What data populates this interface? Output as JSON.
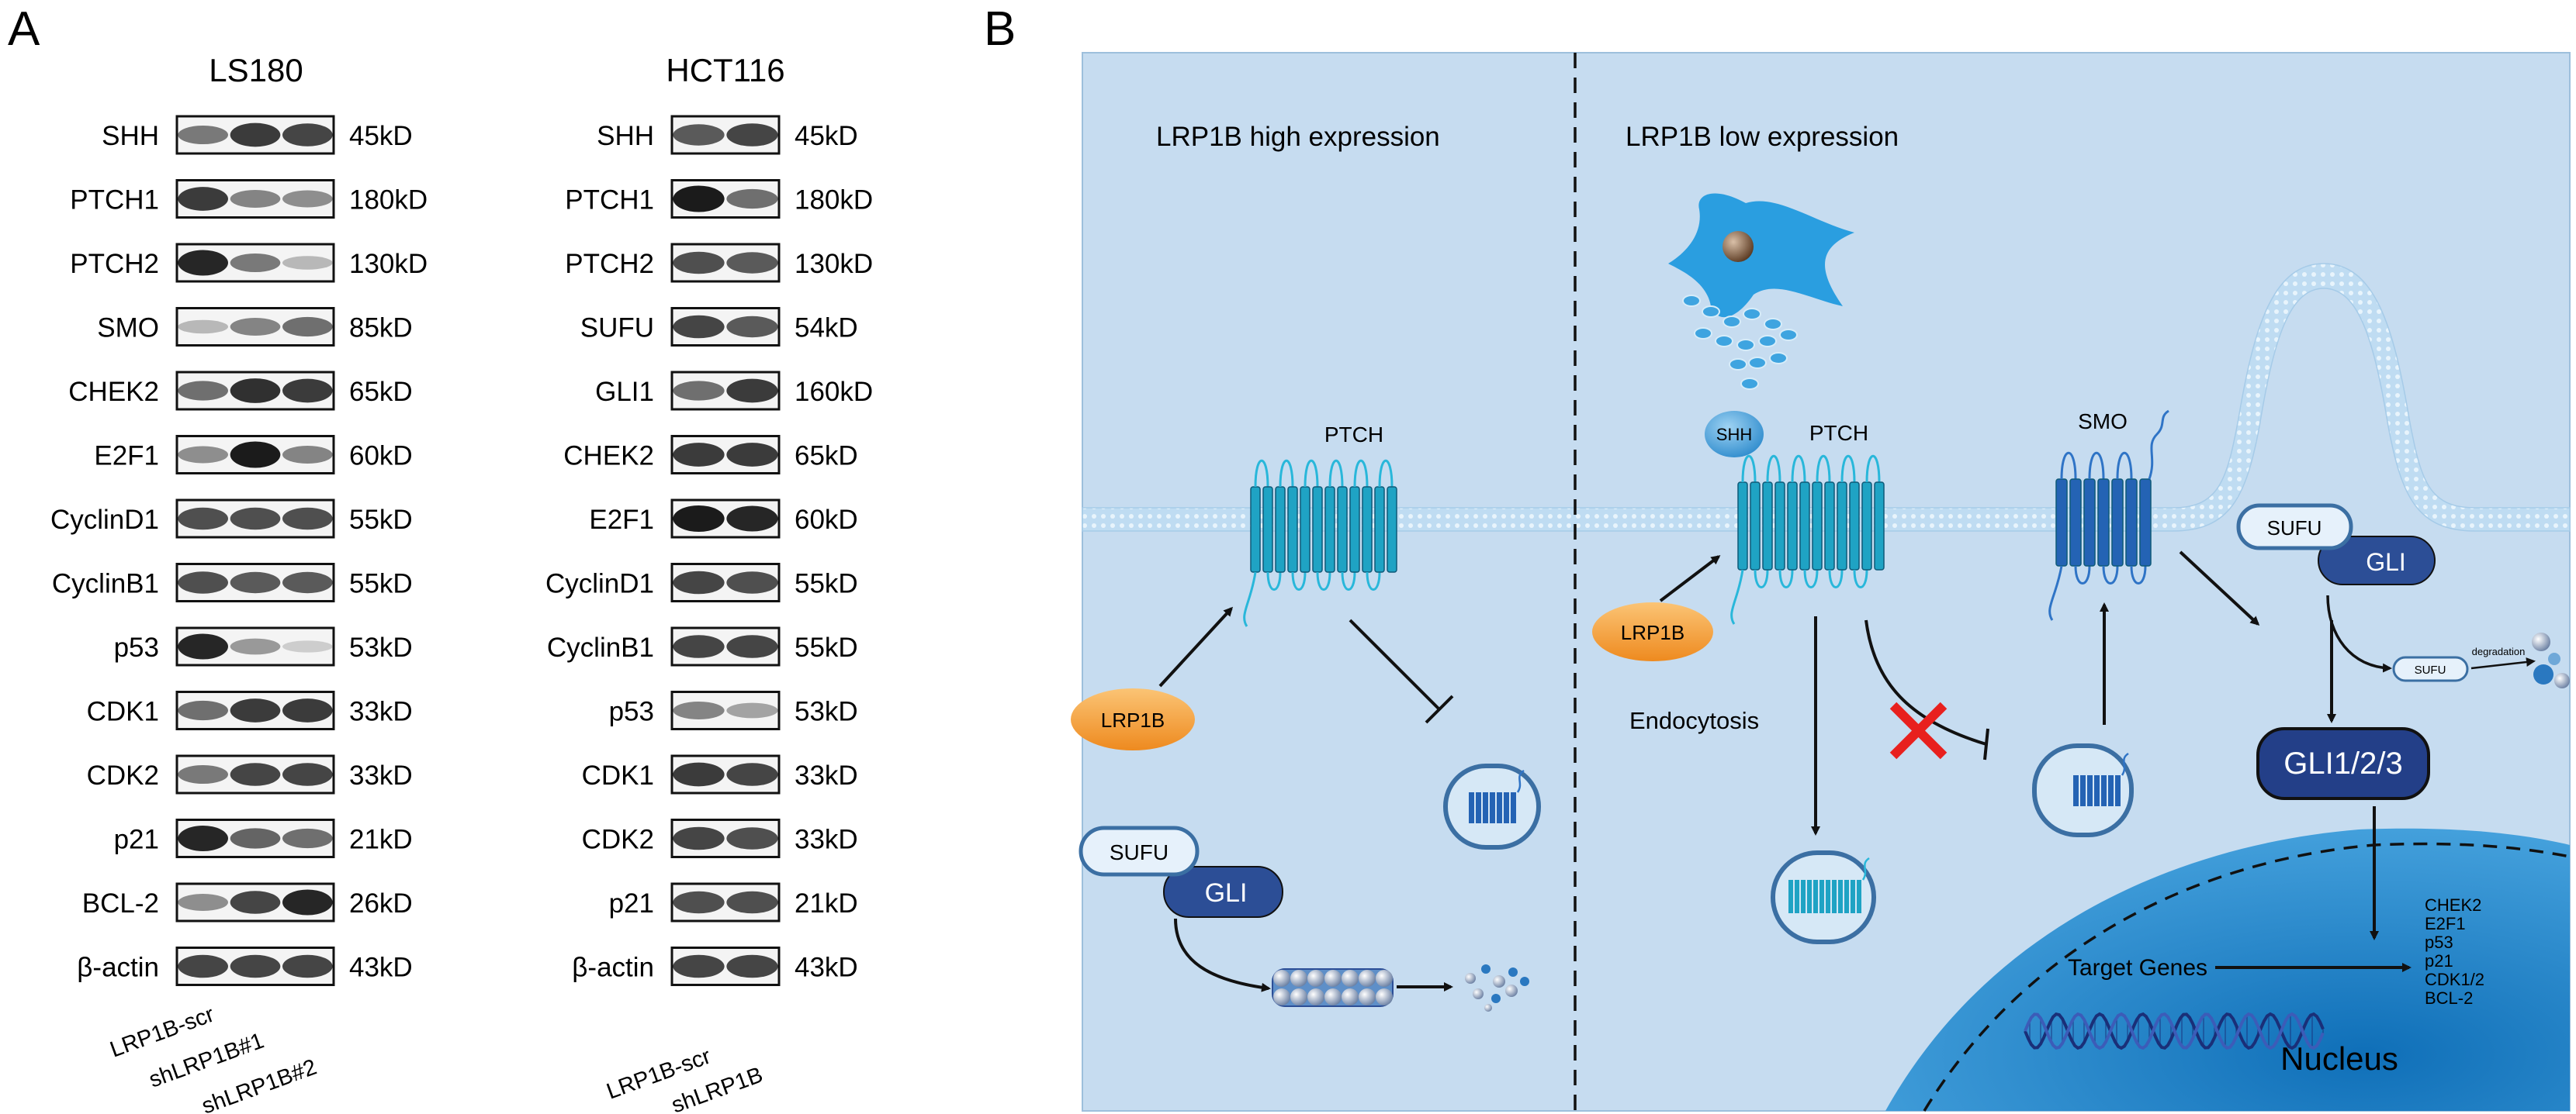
{
  "panel_a": {
    "label": "A",
    "ls180": {
      "title": "LS180",
      "rows": [
        {
          "protein": "SHH",
          "size": "45kD",
          "bands": [
            0.55,
            0.85,
            0.8
          ]
        },
        {
          "protein": "PTCH1",
          "size": "180kD",
          "bands": [
            0.85,
            0.5,
            0.45
          ]
        },
        {
          "protein": "PTCH2",
          "size": "130kD",
          "bands": [
            0.95,
            0.55,
            0.25
          ]
        },
        {
          "protein": "SMO",
          "size": "85kD",
          "bands": [
            0.25,
            0.5,
            0.6
          ]
        },
        {
          "protein": "CHEK2",
          "size": "65kD",
          "bands": [
            0.6,
            0.9,
            0.85
          ]
        },
        {
          "protein": "E2F1",
          "size": "60kD",
          "bands": [
            0.45,
            1.0,
            0.5
          ]
        },
        {
          "protein": "CyclinD1",
          "size": "55kD",
          "bands": [
            0.75,
            0.75,
            0.75
          ]
        },
        {
          "protein": "CyclinB1",
          "size": "55kD",
          "bands": [
            0.75,
            0.7,
            0.7
          ]
        },
        {
          "protein": "p53",
          "size": "53kD",
          "bands": [
            0.95,
            0.4,
            0.15
          ]
        },
        {
          "protein": "CDK1",
          "size": "33kD",
          "bands": [
            0.6,
            0.85,
            0.85
          ]
        },
        {
          "protein": "CDK2",
          "size": "33kD",
          "bands": [
            0.55,
            0.8,
            0.8
          ]
        },
        {
          "protein": "p21",
          "size": "21kD",
          "bands": [
            0.95,
            0.65,
            0.6
          ]
        },
        {
          "protein": "BCL-2",
          "size": "26kD",
          "bands": [
            0.45,
            0.8,
            0.95
          ]
        },
        {
          "protein": "β-actin",
          "size": "43kD",
          "bands": [
            0.8,
            0.8,
            0.8
          ]
        }
      ],
      "lanes": [
        "LRP1B-scr",
        "shLRP1B#1",
        "shLRP1B#2"
      ]
    },
    "hct116": {
      "title": "HCT116",
      "rows": [
        {
          "protein": "SHH",
          "size": "45kD",
          "bands": [
            0.7,
            0.8
          ]
        },
        {
          "protein": "PTCH1",
          "size": "180kD",
          "bands": [
            1.0,
            0.6
          ]
        },
        {
          "protein": "PTCH2",
          "size": "130kD",
          "bands": [
            0.75,
            0.7
          ]
        },
        {
          "protein": "SUFU",
          "size": "54kD",
          "bands": [
            0.8,
            0.7
          ]
        },
        {
          "protein": "GLI1",
          "size": "160kD",
          "bands": [
            0.6,
            0.85
          ]
        },
        {
          "protein": "CHEK2",
          "size": "65kD",
          "bands": [
            0.85,
            0.85
          ]
        },
        {
          "protein": "E2F1",
          "size": "60kD",
          "bands": [
            1.0,
            0.95
          ]
        },
        {
          "protein": "CyclinD1",
          "size": "55kD",
          "bands": [
            0.8,
            0.75
          ]
        },
        {
          "protein": "CyclinB1",
          "size": "55kD",
          "bands": [
            0.8,
            0.8
          ]
        },
        {
          "protein": "p53",
          "size": "53kD",
          "bands": [
            0.5,
            0.35
          ]
        },
        {
          "protein": "CDK1",
          "size": "33kD",
          "bands": [
            0.85,
            0.8
          ]
        },
        {
          "protein": "CDK2",
          "size": "33kD",
          "bands": [
            0.8,
            0.75
          ]
        },
        {
          "protein": "p21",
          "size": "21kD",
          "bands": [
            0.75,
            0.75
          ]
        },
        {
          "protein": "β-actin",
          "size": "43kD",
          "bands": [
            0.8,
            0.8
          ]
        }
      ],
      "lanes": [
        "LRP1B-scr",
        "shLRP1B"
      ]
    }
  },
  "panel_b": {
    "label": "B",
    "left_title": "LRP1B high expression",
    "right_title": "LRP1B low expression",
    "labels": {
      "ptch": "PTCH",
      "shh": "SHH",
      "smo": "SMO",
      "lrp1b": "LRP1B",
      "sufu": "SUFU",
      "gli": "GLI",
      "gli123": "GLI1/2/3",
      "endocytosis": "Endocytosis",
      "degradation": "degradation",
      "target_genes": "Target Genes",
      "nucleus": "Nucleus"
    },
    "target_gene_list": [
      "CHEK2",
      "E2F1",
      "p53",
      "p21",
      "CDK1/2",
      "BCL-2"
    ],
    "colors": {
      "background": "#c6dcf0",
      "nucleus": "#2a8bd0",
      "ptch": "#1fa3c4",
      "smo": "#2463b4",
      "gli_dark": "#213e86",
      "lrp1b": "#f29a2e",
      "inhibit_x": "#e8201e"
    }
  }
}
